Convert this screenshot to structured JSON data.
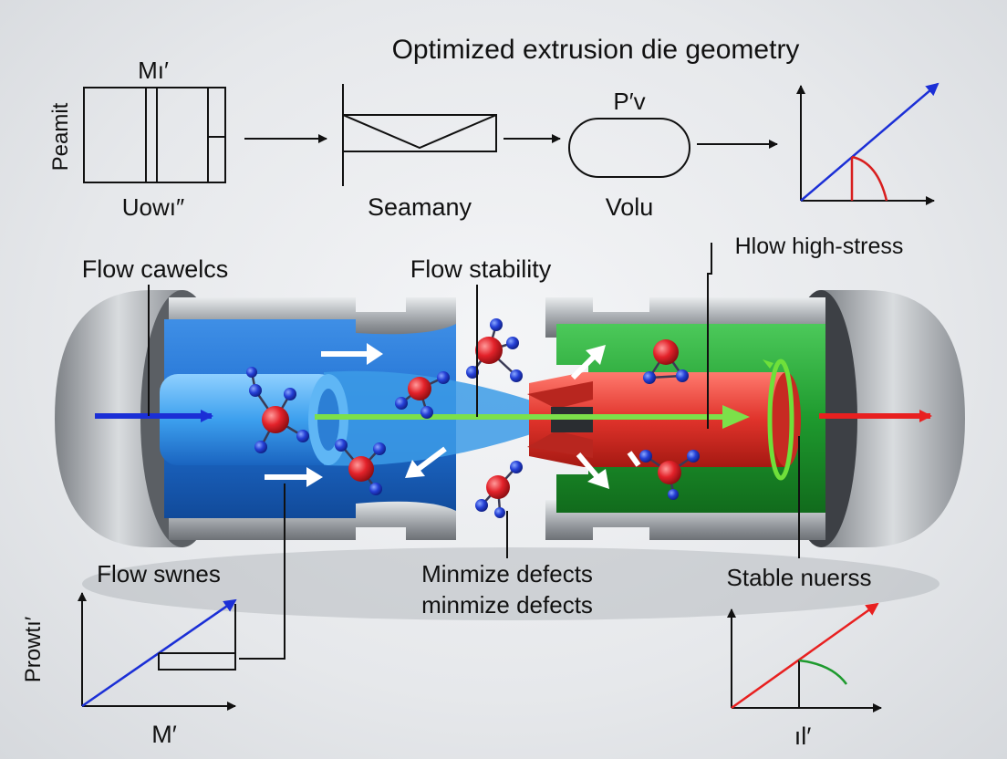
{
  "title": "Optimized extrusion die geometry",
  "top_flow": {
    "box1_top": "Mı′",
    "box1_side": "Peamit",
    "box1_bottom": "Uowı″",
    "box2_bottom": "Seamany",
    "box3_top": "P′v",
    "box3_bottom": "Volu"
  },
  "callouts": {
    "flow_left": "Flow cawelcs",
    "flow_center": "Flow stability",
    "flow_right": "Hlow high-stress",
    "bottom_left": "Flow swnes",
    "bottom_center_1": "Minmize defects",
    "bottom_center_2": "minmize defects",
    "bottom_right": "Stable nuerss"
  },
  "mini_charts": {
    "left_ylabel": "Prowtı′",
    "left_xlabel": "M′",
    "right_xlabel": "ıl′"
  },
  "colors": {
    "blue_zone": "#1f6fd1",
    "green_zone": "#1e9a2e",
    "red_core": "#e0332b",
    "flow_arrow_in": "#1838e0",
    "flow_arrow_out": "#e82a2a",
    "center_line": "#7ce04a",
    "housing": "#9ea3a8"
  }
}
